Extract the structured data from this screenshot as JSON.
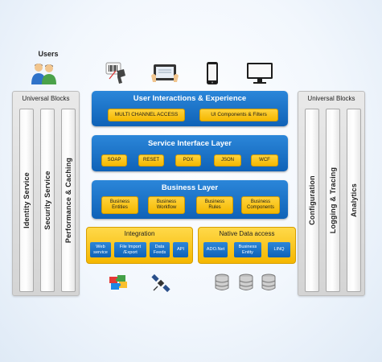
{
  "users": {
    "label": "Users"
  },
  "left_panel": {
    "title": "Universal Blocks",
    "pillars": [
      "Identity Service",
      "Security Service",
      "Performance & Caching"
    ]
  },
  "right_panel": {
    "title": "Universal Blocks",
    "pillars": [
      "Configuration",
      "Logging & Tracing",
      "Analytics"
    ]
  },
  "layers": {
    "ui": {
      "title": "User Interactions & Experience",
      "items": [
        "MULTI CHANNEL ACCESS",
        "UI Components & Filters"
      ]
    },
    "service": {
      "title": "Service Interface Layer",
      "items": [
        "SOAP",
        "RESET",
        "POX",
        "JSON",
        "WCF"
      ]
    },
    "business": {
      "title": "Business Layer",
      "items": [
        "Business\nEntities",
        "Business\nWorkflow",
        "Business\nRules",
        "Business\nComponents"
      ]
    }
  },
  "integration": {
    "title": "Integration",
    "items": [
      "Web\nservice",
      "File Import\n/Export",
      "Data\nFeeds",
      "API"
    ]
  },
  "native": {
    "title": "Native Data access",
    "items": [
      "ADO.Net",
      "Business\nEntity",
      "LINQ"
    ]
  },
  "icons": {
    "devices": [
      "barcode-scanner-icon",
      "tablet-icon",
      "smartphone-icon",
      "monitor-icon"
    ],
    "bottom": [
      "puzzle-icon",
      "satellite-icon",
      "database-icon",
      "database-icon",
      "database-icon"
    ]
  },
  "colors": {
    "layer_blue": "#1673c8",
    "chip_yellow": "#f8c21a",
    "panel_grey": "#dcdcdc"
  }
}
